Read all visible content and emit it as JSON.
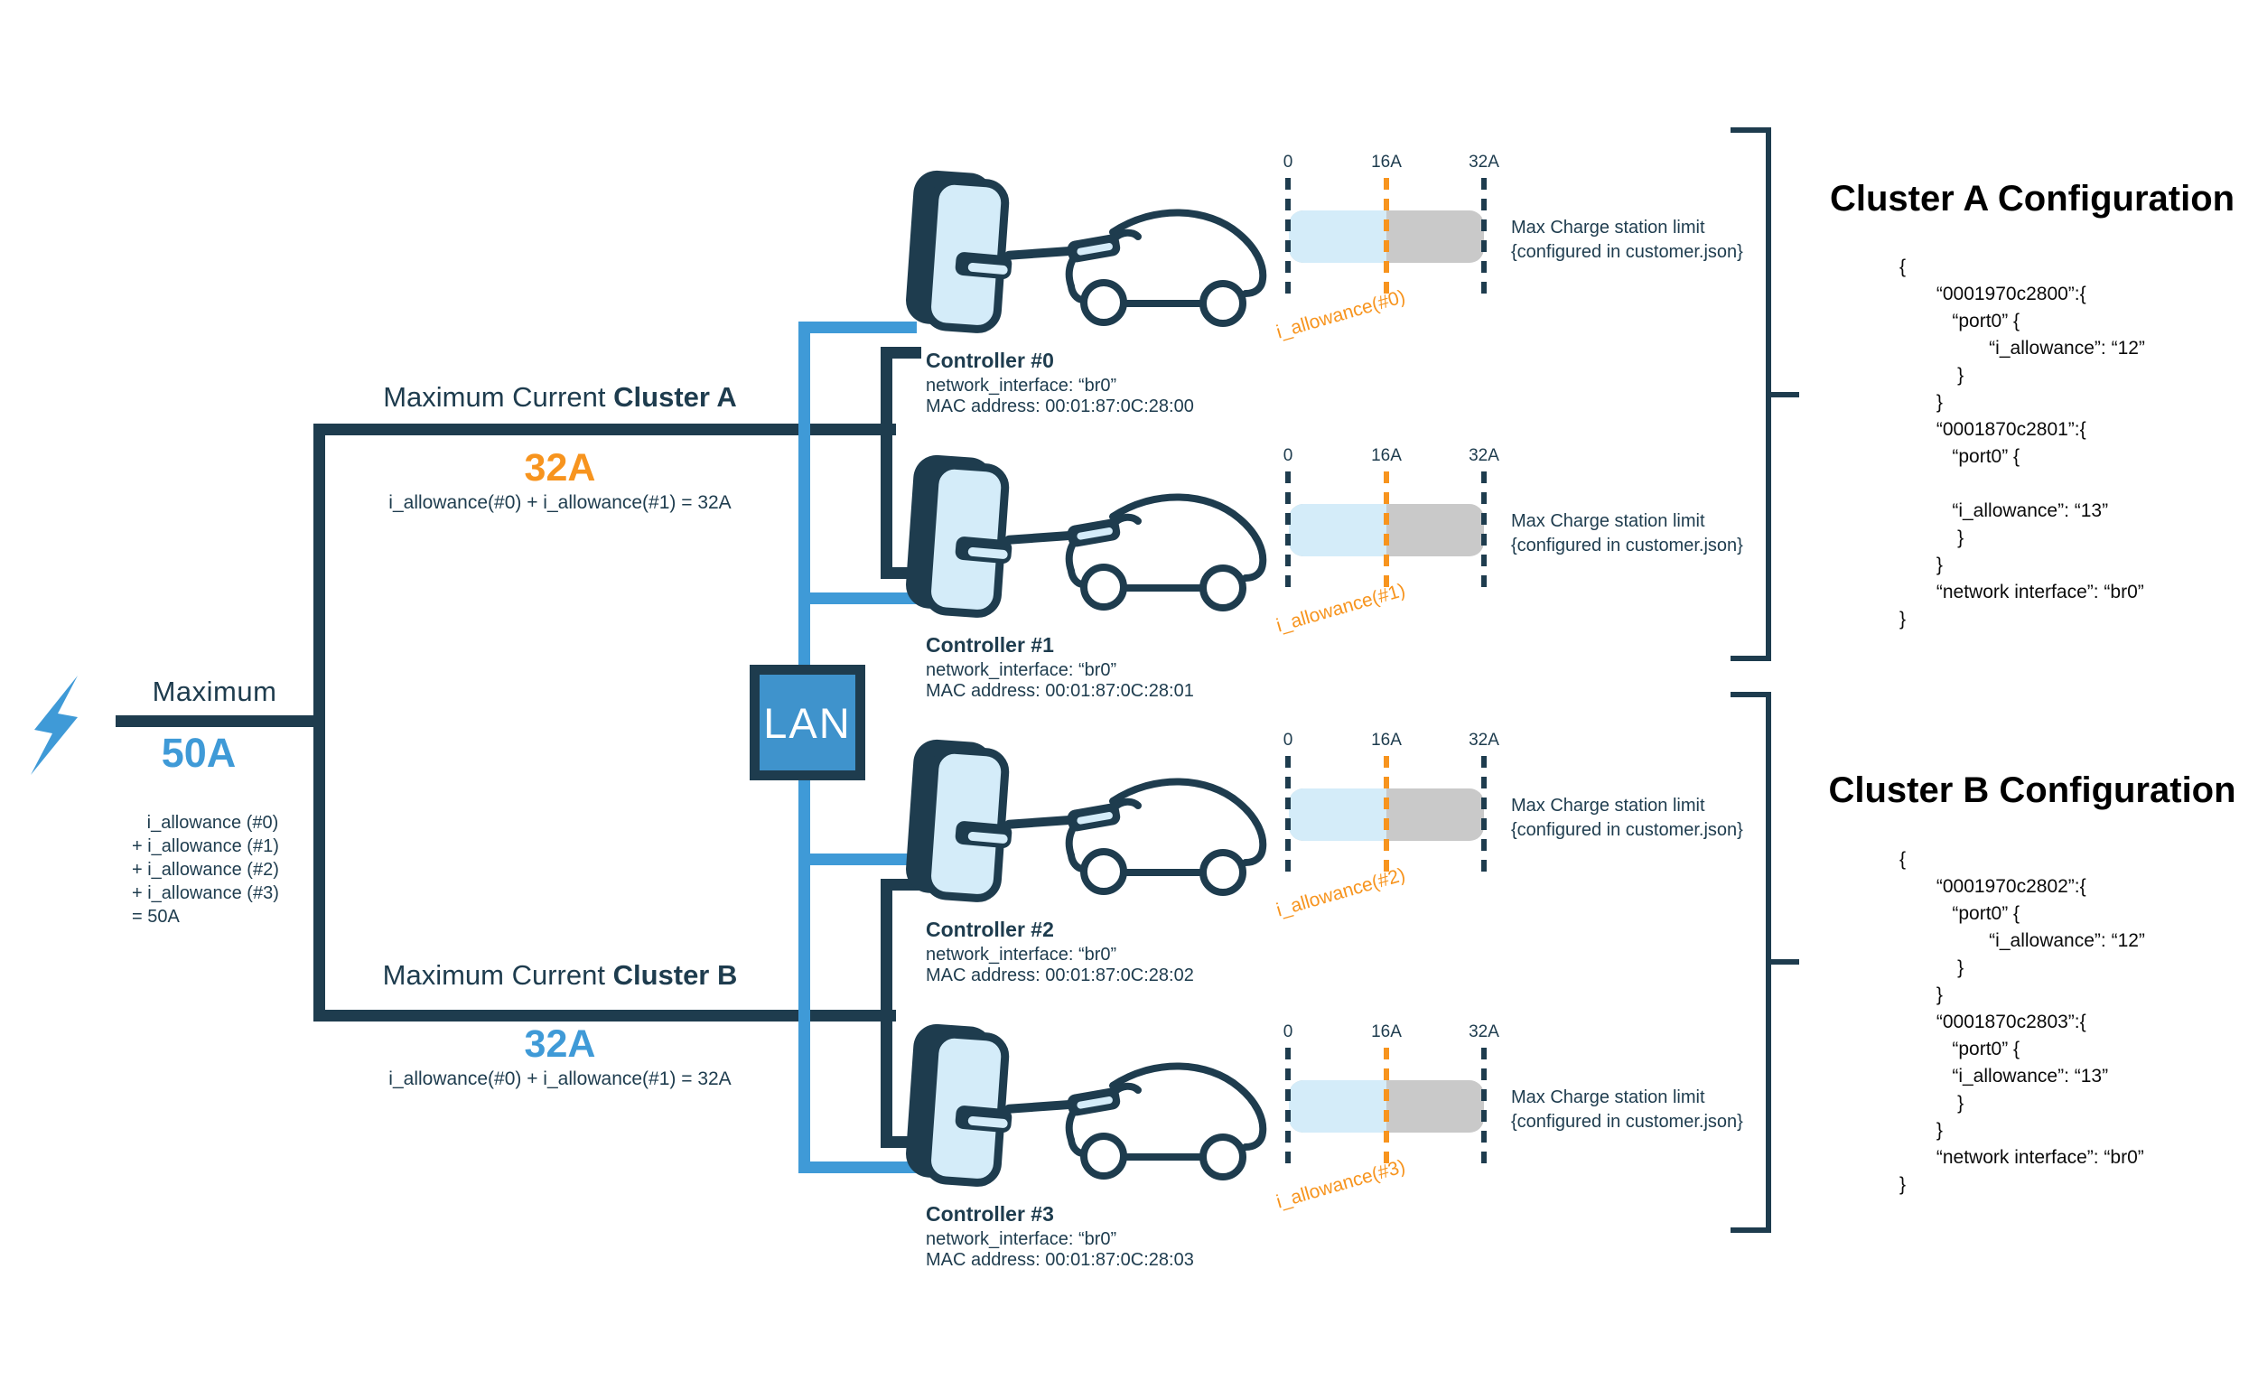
{
  "palette": {
    "navy": "#1e3c4e",
    "blue": "#3f9ad7",
    "light_blue": "#d4ecf9",
    "orange": "#f7941e",
    "gray": "#c9c9c9"
  },
  "source": {
    "label": "Maximum",
    "value": "50A",
    "sum": "   i_allowance (#0)\n+ i_allowance (#1)\n+ i_allowance (#2)\n+ i_allowance (#3)\n= 50A"
  },
  "cluster_a": {
    "title": "Maximum Current ",
    "title_bold": "Cluster A",
    "value": "32A",
    "formula": "i_allowance(#0) + i_allowance(#1) = 32A"
  },
  "cluster_b": {
    "title": "Maximum Current ",
    "title_bold": "Cluster B",
    "value": "32A",
    "formula": "i_allowance(#0) + i_allowance(#1) = 32A"
  },
  "lan": {
    "label": "LAN"
  },
  "gauge": {
    "ticks": [
      "0",
      "16A",
      "32A"
    ],
    "note": "Max Charge station limit\n{configured in customer.json}"
  },
  "controllers": [
    {
      "name": "Controller #0",
      "interface": "network_interface: “br0”",
      "mac": "MAC address: 00:01:87:0C:28:00",
      "allowance": "i_allowance(#0)"
    },
    {
      "name": "Controller #1",
      "interface": "network_interface: “br0”",
      "mac": "MAC address: 00:01:87:0C:28:01",
      "allowance": "i_allowance(#1)"
    },
    {
      "name": "Controller #2",
      "interface": "network_interface: “br0”",
      "mac": "MAC address: 00:01:87:0C:28:02",
      "allowance": "i_allowance(#2)"
    },
    {
      "name": "Controller #3",
      "interface": "network_interface: “br0”",
      "mac": "MAC address: 00:01:87:0C:28:03",
      "allowance": "i_allowance(#3)"
    }
  ],
  "config_a": {
    "title": "Cluster A Configuration",
    "code": "{\n       “0001970c2800”:{\n          “port0” {\n                 “i_allowance”: “12”\n           }\n       }\n       “0001870c2801”:{\n          “port0” {\n\n          “i_allowance”: “13”\n           }\n       }\n       “network interface”: “br0”\n}"
  },
  "config_b": {
    "title": "Cluster B Configuration",
    "code": "{\n       “0001970c2802”:{\n          “port0” {\n                 “i_allowance”: “12”\n           }\n       }\n       “0001870c2803”:{\n          “port0” {\n          “i_allowance”: “13”\n           }\n       }\n       “network interface”: “br0”\n}"
  }
}
